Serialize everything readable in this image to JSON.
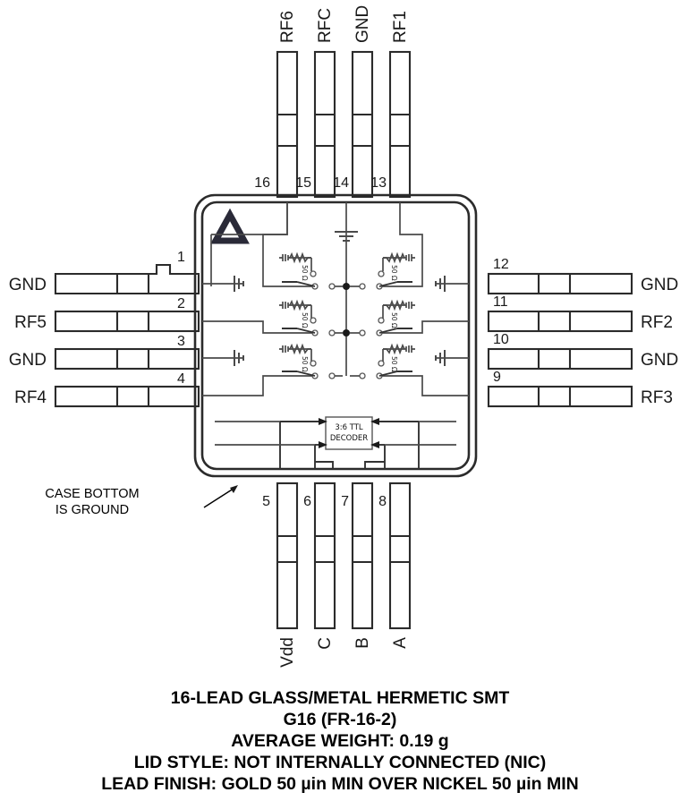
{
  "package": {
    "marker_icon": "triangle-pin1-marker",
    "decoder_line1": "3:6  TTL",
    "decoder_line2": "DECODER",
    "impedance_label": "50 Ω"
  },
  "pins": {
    "top": [
      {
        "number": "16",
        "label": "RF6"
      },
      {
        "number": "15",
        "label": "RFC"
      },
      {
        "number": "14",
        "label": "GND"
      },
      {
        "number": "13",
        "label": "RF1"
      }
    ],
    "left": [
      {
        "number": "1",
        "label": "GND"
      },
      {
        "number": "2",
        "label": "RF5"
      },
      {
        "number": "3",
        "label": "GND"
      },
      {
        "number": "4",
        "label": "RF4"
      }
    ],
    "right": [
      {
        "number": "12",
        "label": "GND"
      },
      {
        "number": "11",
        "label": "RF2"
      },
      {
        "number": "10",
        "label": "GND"
      },
      {
        "number": "9",
        "label": "RF3"
      }
    ],
    "bottom": [
      {
        "number": "5",
        "label": "Vdd"
      },
      {
        "number": "6",
        "label": "C"
      },
      {
        "number": "7",
        "label": "B"
      },
      {
        "number": "8",
        "label": "A"
      }
    ]
  },
  "annotation": {
    "line1": "CASE BOTTOM",
    "line2": "IS GROUND"
  },
  "caption": {
    "lines": [
      "16-LEAD GLASS/METAL HERMETIC SMT",
      "G16 (FR-16-2)",
      "AVERAGE WEIGHT: 0.19 g",
      "LID STYLE: NOT INTERNALLY CONNECTED (NIC)",
      "LEAD FINISH: GOLD 50 µin MIN OVER NICKEL 50 µin MIN"
    ]
  },
  "colors": {
    "outline": "#2b2b2b",
    "wire": "#4a4a4a",
    "text": "#000000",
    "background": "#ffffff"
  }
}
